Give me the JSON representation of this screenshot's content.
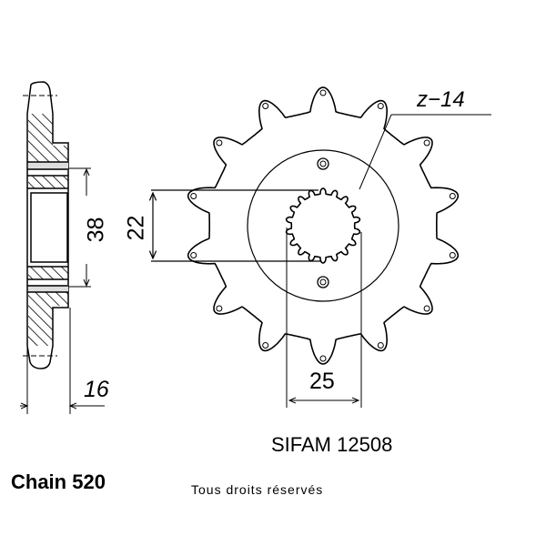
{
  "drawing": {
    "teeth_label": "z−14",
    "teeth_count": 14,
    "dim_spline": "22",
    "dim_hub": "38",
    "dim_width": "16",
    "dim_offset": "25",
    "part_number": "SIFAM  12508",
    "chain": "Chain 520",
    "copyright": "Tous droits réservés"
  }
}
